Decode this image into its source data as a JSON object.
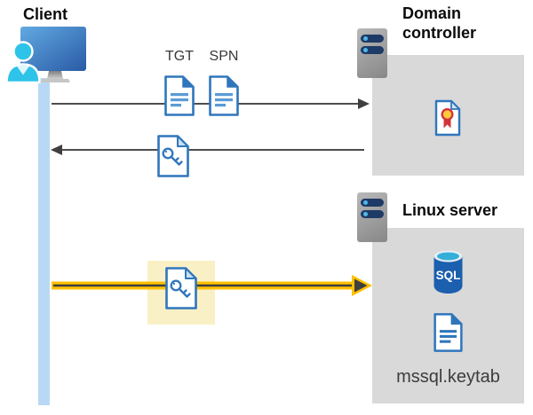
{
  "client": {
    "label": "Client"
  },
  "flows": {
    "tgt_label": "TGT",
    "spn_label": "SPN"
  },
  "domain_controller": {
    "title": "Domain controller"
  },
  "linux_server": {
    "title": "Linux server",
    "sql_label": "SQL",
    "keytab_label": "mssql.keytab"
  },
  "colors": {
    "doc_border_blue": "#2f76bc",
    "doc_line_blue": "#5b9bd5",
    "lifeline_blue": "#b9d8f5",
    "person_cyan": "#2ec3e9",
    "monitor_blue_light": "#61aae2",
    "monitor_blue_dark": "#2a5aa5",
    "box_gray": "#d9d9d9",
    "server_pill_navy": "#1e3a66",
    "arrow_gray": "#4d4d4d",
    "arrow_yellow": "#ffc000",
    "highlight_yellow": "#faf0c6",
    "sql_body_blue": "#1b5fae",
    "sql_top_cyan": "#33afd9",
    "cert_red": "#d13438",
    "cert_yellow": "#ffc83d"
  },
  "icons": [
    "client-monitor-person-icon",
    "server-icon",
    "document-icon",
    "key-ticket-icon",
    "certificate-icon",
    "sql-database-icon"
  ]
}
